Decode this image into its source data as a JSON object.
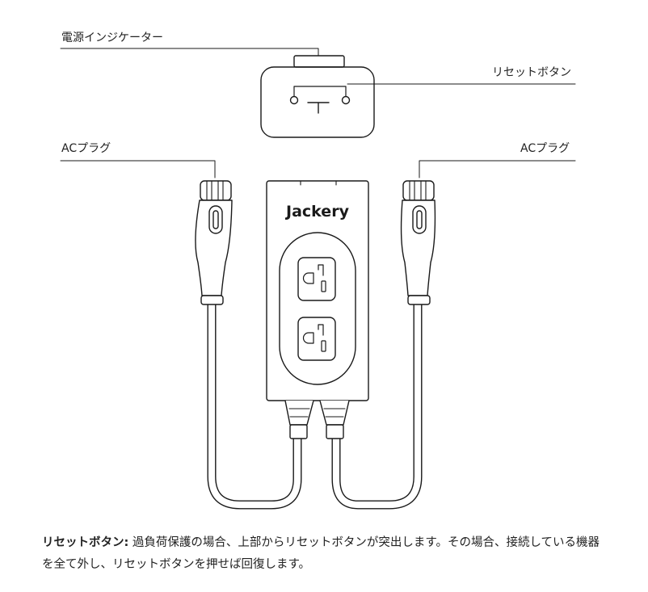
{
  "callouts": {
    "power_indicator": "電源インジケーター",
    "reset_button": "リセットボタン",
    "ac_plug_left": "ACプラグ",
    "ac_plug_right": "ACプラグ"
  },
  "device": {
    "brand": "Jackery"
  },
  "note": {
    "title": "リセットボタン:",
    "body": " 過負荷保護の場合、上部からリセットボタンが突出します。その場合、接続している機器を全て外し、リセットボタンを押せば回復します。"
  },
  "colors": {
    "line": "#1a1a1a",
    "background": "#ffffff"
  }
}
